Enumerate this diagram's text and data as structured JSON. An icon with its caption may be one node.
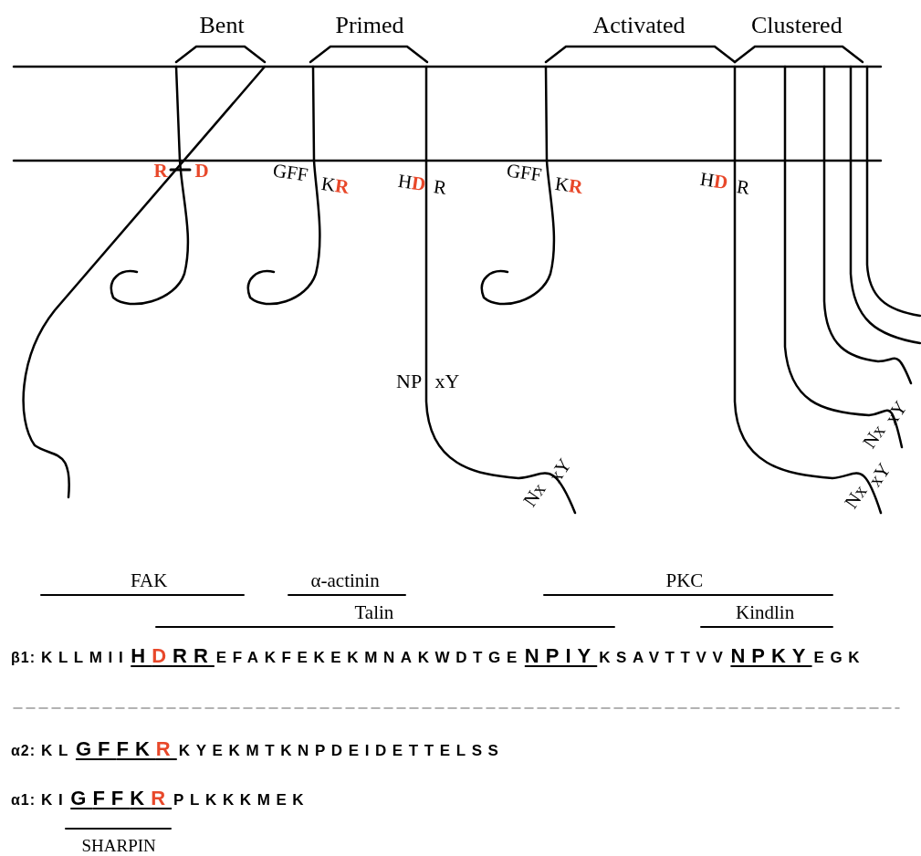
{
  "diagram": {
    "labels": [
      "Bent",
      "Primed",
      "Activated",
      "Clustered",
      "R",
      "D",
      "GFF",
      "KR",
      "HD",
      "R",
      "GFF",
      "KR",
      "HD",
      "R",
      "NP",
      "xY",
      "Nx",
      "xY",
      "Nx",
      "xY",
      "Nx",
      "xY",
      "FAK",
      "α-actinin",
      "PKC",
      "Talin",
      "Kindlin",
      "β1:",
      "KLLMII",
      "HDRR",
      "EFAKFEKEKMNAKWDTGE",
      "NPIY",
      "KSAVTTVV",
      "NPKY",
      "EGK",
      "α2:",
      "KL",
      "GFFKR",
      "KYEKMTKNPDEIDETTELSS",
      "α1:",
      "KI",
      "GFFKR",
      "PLKKKMEK",
      "SHARPIN"
    ]
  }
}
